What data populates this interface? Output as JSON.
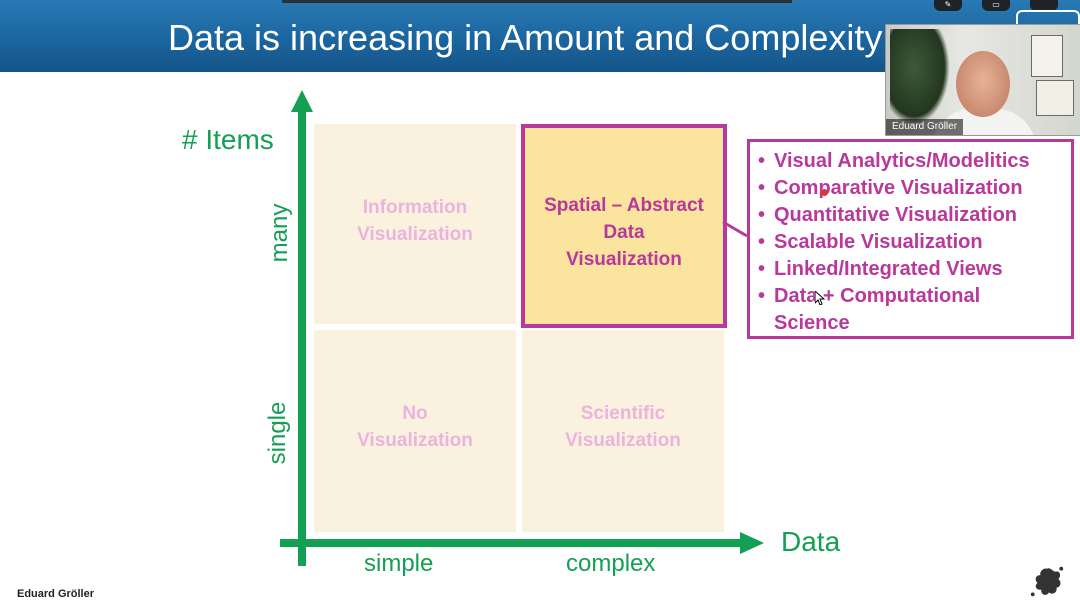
{
  "slide": {
    "title": "Data is increasing in Amount and Complexity",
    "footer_author": "Eduard Gröller"
  },
  "meeting": {
    "participant_name": "Eduard Gröller",
    "controls": [
      "cc-icon",
      "window-icon",
      "dark-icon"
    ]
  },
  "diagram": {
    "y_axis_title": "# Items",
    "y_ticks": [
      "many",
      "single"
    ],
    "x_axis_title": "Data",
    "x_ticks": [
      "simple",
      "complex"
    ],
    "quadrants": {
      "top_left": [
        "Information",
        "Visualization"
      ],
      "top_right": [
        "Spatial – Abstract",
        "Data",
        "Visualization"
      ],
      "bottom_left": [
        "No",
        "Visualization"
      ],
      "bottom_right": [
        "Scientific",
        "Visualization"
      ]
    },
    "highlighted_quadrant": "top_right",
    "callout_items": [
      "Visual Analytics/Modelitics",
      "Comparative Visualization",
      "Quantitative Visualization",
      "Scalable Visualization",
      "Linked/Integrated Views",
      "Data + Computational",
      "Science"
    ],
    "colors": {
      "axis": "#14a052",
      "highlight": "#b8399b",
      "quadrant_fill": "#fbf1df",
      "highlight_fill": "#fbe49d",
      "faded_text": "#e9b4dd",
      "header": "#1b659f"
    }
  }
}
